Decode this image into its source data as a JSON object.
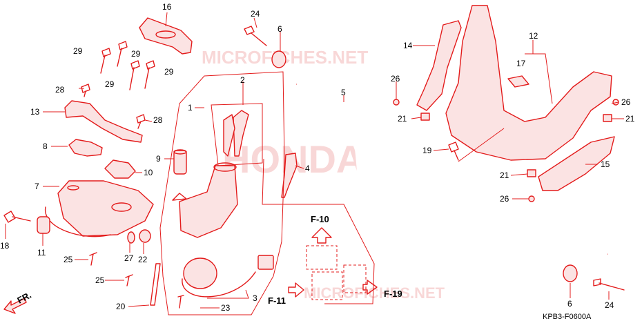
{
  "diagram": {
    "watermark_brand": "HONDA",
    "watermark_site": "MICROFICHES.NET",
    "diagram_code": "KPB3-F0600A",
    "direction_label": "FR.",
    "ref_labels": [
      "F-10",
      "F-11",
      "F-19"
    ],
    "callouts": [
      {
        "n": "16"
      },
      {
        "n": "24"
      },
      {
        "n": "6"
      },
      {
        "n": "12"
      },
      {
        "n": "14"
      },
      {
        "n": "29"
      },
      {
        "n": "29"
      },
      {
        "n": "17"
      },
      {
        "n": "29"
      },
      {
        "n": "29"
      },
      {
        "n": "2"
      },
      {
        "n": "26"
      },
      {
        "n": "28"
      },
      {
        "n": "5"
      },
      {
        "n": "1"
      },
      {
        "n": "13"
      },
      {
        "n": "21"
      },
      {
        "n": "26"
      },
      {
        "n": "28"
      },
      {
        "n": "21"
      },
      {
        "n": "8"
      },
      {
        "n": "19"
      },
      {
        "n": "9"
      },
      {
        "n": "4"
      },
      {
        "n": "10"
      },
      {
        "n": "21"
      },
      {
        "n": "15"
      },
      {
        "n": "7"
      },
      {
        "n": "26"
      },
      {
        "n": "18"
      },
      {
        "n": "11"
      },
      {
        "n": "27"
      },
      {
        "n": "22"
      },
      {
        "n": "25"
      },
      {
        "n": "25"
      },
      {
        "n": "3"
      },
      {
        "n": "20"
      },
      {
        "n": "23"
      },
      {
        "n": "6"
      },
      {
        "n": "24"
      }
    ]
  },
  "colors": {
    "line": "#e31b1b",
    "text": "#000000",
    "watermark": "#f4b8b8"
  }
}
